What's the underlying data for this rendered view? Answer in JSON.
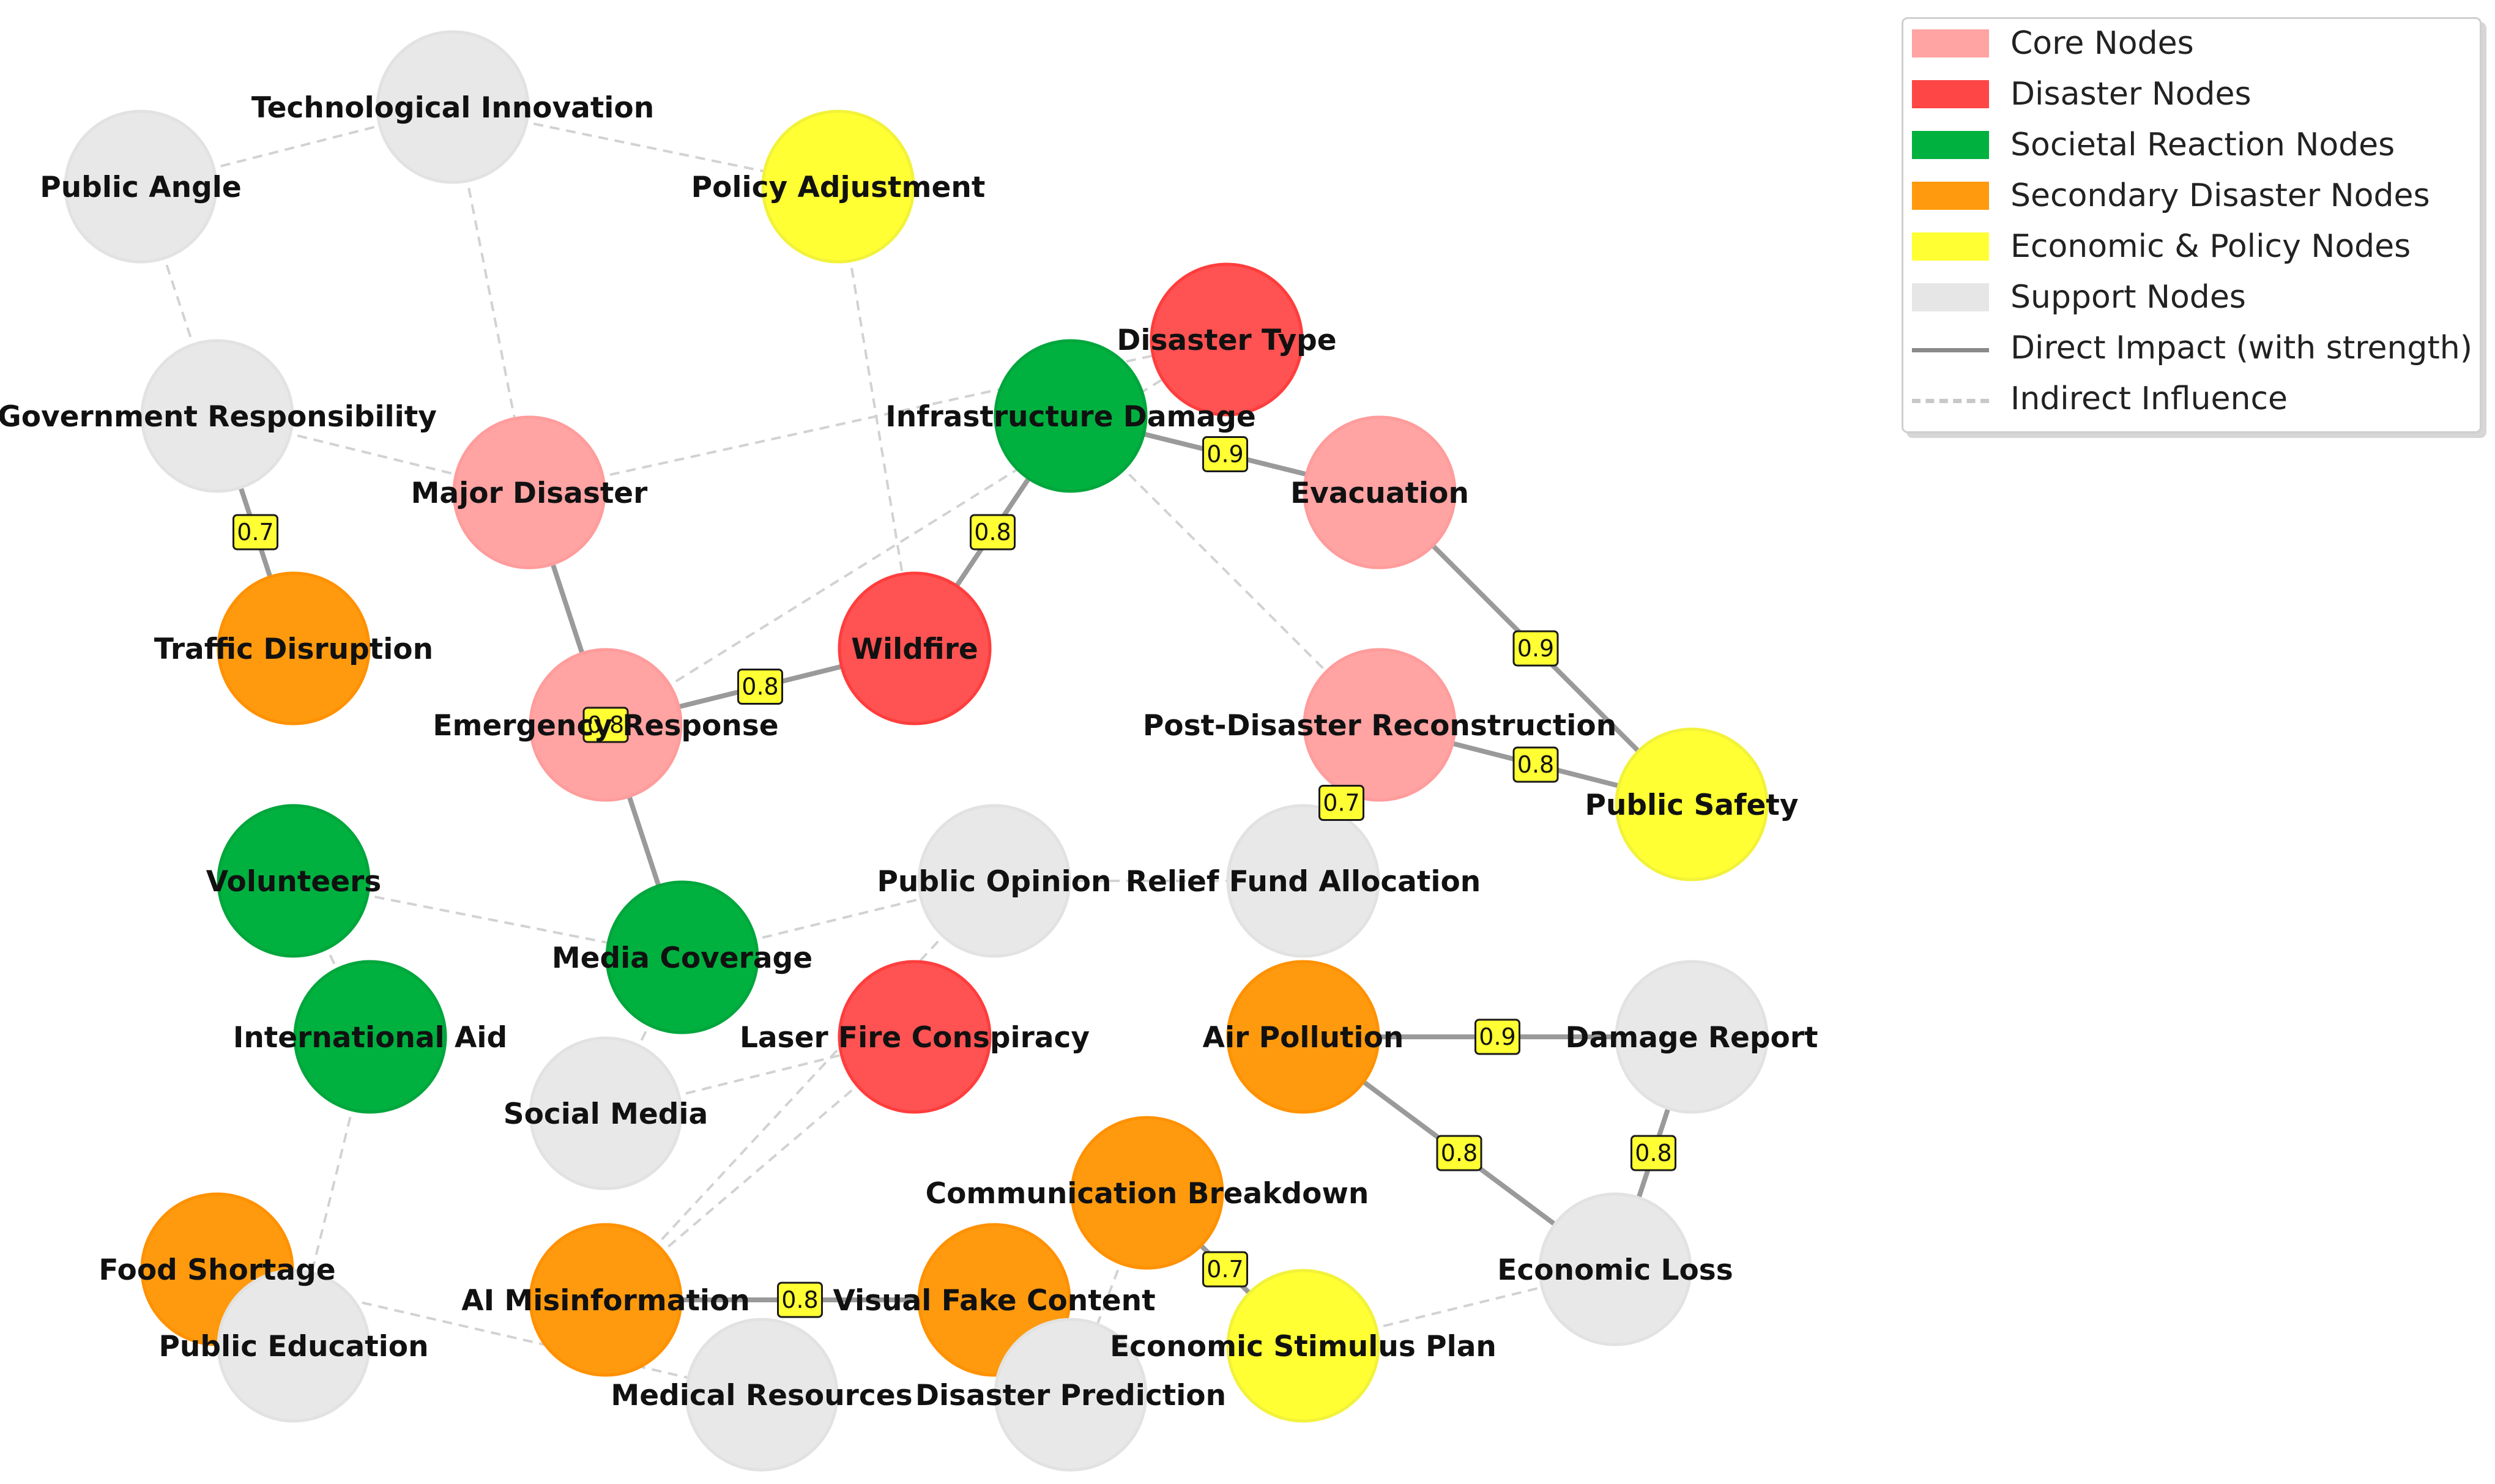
{
  "colors": {
    "core": "#ffa3a3",
    "disaster": "#ff5252",
    "societal": "#00b140",
    "secondary": "#ff9a0e",
    "economic": "#ffff33",
    "support": "#e8e8e8",
    "direct_edge": "#9a9a9a",
    "indirect_edge": "#d2d2d2",
    "badge_fill": "#ffff33"
  },
  "legend": [
    {
      "label": "Core Nodes",
      "kind": "swatch",
      "color": "#ffa3a3"
    },
    {
      "label": "Disaster Nodes",
      "kind": "swatch",
      "color": "#ff4646"
    },
    {
      "label": "Societal Reaction Nodes",
      "kind": "swatch",
      "color": "#00b140"
    },
    {
      "label": "Secondary Disaster Nodes",
      "kind": "swatch",
      "color": "#ff9a0e"
    },
    {
      "label": "Economic & Policy Nodes",
      "kind": "swatch",
      "color": "#ffff33"
    },
    {
      "label": "Support Nodes",
      "kind": "swatch",
      "color": "#e6e6e6"
    },
    {
      "label": "Direct Impact (with strength)",
      "kind": "solid",
      "color": "#8a8a8a"
    },
    {
      "label": "Indirect Influence",
      "kind": "dashed",
      "color": "#c8c8c8"
    }
  ],
  "nodes": [
    {
      "id": "tech",
      "label": "Technological Innovation",
      "type": "support"
    },
    {
      "id": "angle",
      "label": "Public Angle",
      "type": "support"
    },
    {
      "id": "policy",
      "label": "Policy Adjustment",
      "type": "economic"
    },
    {
      "id": "dtype",
      "label": "Disaster Type",
      "type": "disaster"
    },
    {
      "id": "infra",
      "label": "Infrastructure Damage",
      "type": "societal"
    },
    {
      "id": "gov",
      "label": "Government Responsibility",
      "type": "support"
    },
    {
      "id": "major",
      "label": "Major Disaster",
      "type": "core"
    },
    {
      "id": "evac",
      "label": "Evacuation",
      "type": "core"
    },
    {
      "id": "traffic",
      "label": "Traffic Disruption",
      "type": "secondary"
    },
    {
      "id": "wildfire",
      "label": "Wildfire",
      "type": "disaster"
    },
    {
      "id": "emergency",
      "label": "Emergency Response",
      "type": "core"
    },
    {
      "id": "postdis",
      "label": "Post-Disaster Reconstruction",
      "type": "core"
    },
    {
      "id": "safety",
      "label": "Public Safety",
      "type": "economic"
    },
    {
      "id": "volunteers",
      "label": "Volunteers",
      "type": "societal"
    },
    {
      "id": "opinion",
      "label": "Public Opinion",
      "type": "support"
    },
    {
      "id": "relief",
      "label": "Relief Fund Allocation",
      "type": "support"
    },
    {
      "id": "media",
      "label": "Media Coverage",
      "type": "societal"
    },
    {
      "id": "intl",
      "label": "International Aid",
      "type": "societal"
    },
    {
      "id": "laser",
      "label": "Laser Fire Conspiracy",
      "type": "disaster"
    },
    {
      "id": "air",
      "label": "Air Pollution",
      "type": "secondary"
    },
    {
      "id": "damage",
      "label": "Damage Report",
      "type": "support"
    },
    {
      "id": "social",
      "label": "Social Media",
      "type": "support"
    },
    {
      "id": "comm",
      "label": "Communication Breakdown",
      "type": "secondary"
    },
    {
      "id": "food",
      "label": "Food Shortage",
      "type": "secondary"
    },
    {
      "id": "econloss",
      "label": "Economic Loss",
      "type": "support"
    },
    {
      "id": "aimis",
      "label": "AI Misinformation",
      "type": "secondary"
    },
    {
      "id": "visual",
      "label": "Visual Fake Content",
      "type": "secondary"
    },
    {
      "id": "pubedu",
      "label": "Public Education",
      "type": "support"
    },
    {
      "id": "stimulus",
      "label": "Economic Stimulus Plan",
      "type": "economic"
    },
    {
      "id": "medical",
      "label": "Medical Resources",
      "type": "support"
    },
    {
      "id": "predict",
      "label": "Disaster Prediction",
      "type": "support"
    }
  ],
  "direct_edges": [
    {
      "from": "gov",
      "to": "traffic",
      "strength": "0.7"
    },
    {
      "from": "major",
      "to": "media",
      "strength": "0.8"
    },
    {
      "from": "emergency",
      "to": "wildfire",
      "strength": "0.8"
    },
    {
      "from": "wildfire",
      "to": "infra",
      "strength": "0.8"
    },
    {
      "from": "infra",
      "to": "evac",
      "strength": "0.9"
    },
    {
      "from": "evac",
      "to": "safety",
      "strength": "0.9"
    },
    {
      "from": "postdis",
      "to": "safety",
      "strength": "0.8"
    },
    {
      "from": "postdis",
      "to": "relief",
      "strength": "0.7"
    },
    {
      "from": "air",
      "to": "damage",
      "strength": "0.9"
    },
    {
      "from": "air",
      "to": "econloss",
      "strength": "0.8"
    },
    {
      "from": "econloss",
      "to": "damage",
      "strength": "0.8"
    },
    {
      "from": "aimis",
      "to": "visual",
      "strength": "0.8"
    },
    {
      "from": "comm",
      "to": "stimulus",
      "strength": "0.7"
    }
  ],
  "indirect_edges": [
    {
      "from": "angle",
      "to": "tech"
    },
    {
      "from": "tech",
      "to": "policy"
    },
    {
      "from": "tech",
      "to": "major"
    },
    {
      "from": "angle",
      "to": "traffic"
    },
    {
      "from": "gov",
      "to": "major"
    },
    {
      "from": "major",
      "to": "dtype"
    },
    {
      "from": "policy",
      "to": "wildfire"
    },
    {
      "from": "infra",
      "to": "postdis"
    },
    {
      "from": "emergency",
      "to": "dtype"
    },
    {
      "from": "volunteers",
      "to": "media"
    },
    {
      "from": "volunteers",
      "to": "intl"
    },
    {
      "from": "media",
      "to": "opinion"
    },
    {
      "from": "media",
      "to": "social"
    },
    {
      "from": "opinion",
      "to": "relief"
    },
    {
      "from": "opinion",
      "to": "aimis"
    },
    {
      "from": "social",
      "to": "laser"
    },
    {
      "from": "laser",
      "to": "aimis"
    },
    {
      "from": "intl",
      "to": "pubedu"
    },
    {
      "from": "food",
      "to": "medical"
    },
    {
      "from": "comm",
      "to": "predict"
    },
    {
      "from": "stimulus",
      "to": "econloss"
    }
  ]
}
